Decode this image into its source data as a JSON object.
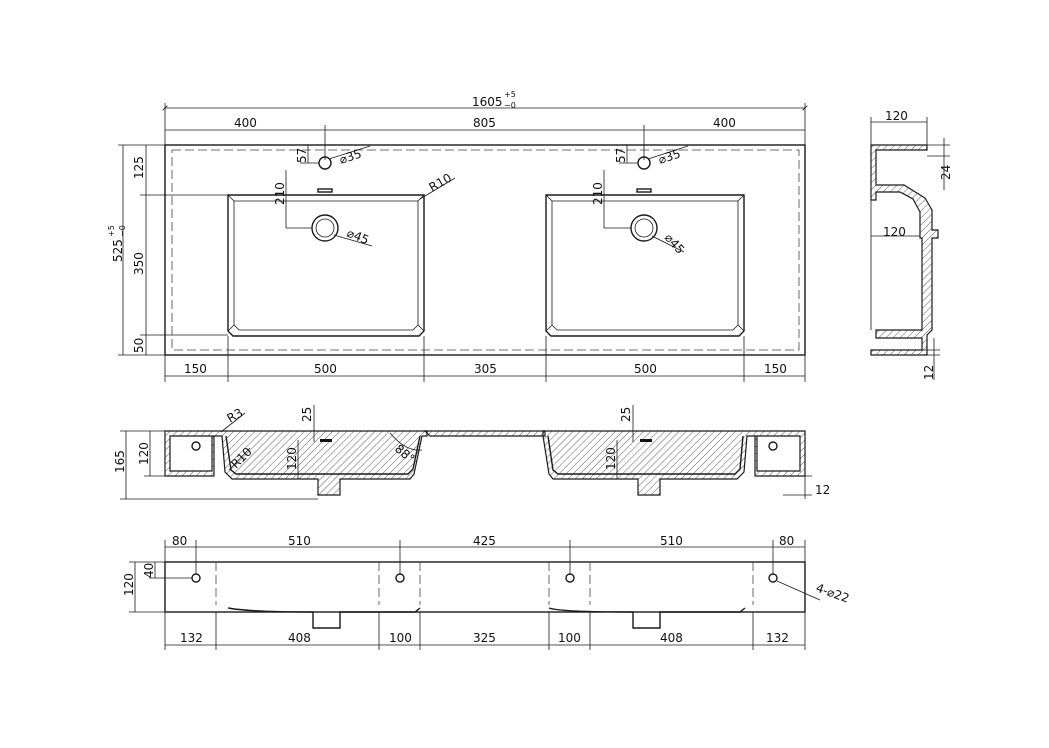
{
  "top_view": {
    "overall_width": "1605",
    "tol_plus": "+5",
    "tol_minus": "−0",
    "seg_left": "400",
    "seg_mid": "805",
    "seg_right": "400",
    "overall_depth": "525",
    "depth_tol_plus": "+5",
    "depth_tol_minus": "−0",
    "v_125": "125",
    "v_350": "350",
    "v_50": "50",
    "faucet_offset": "57",
    "faucet_dia": "⌀35",
    "drain_offset": "210",
    "drain_dia": "⌀45",
    "corner_radius": "R10",
    "b_150_left": "150",
    "b_500_left": "500",
    "b_305": "305",
    "b_500_right": "500",
    "b_150_right": "150"
  },
  "side_view": {
    "top_width": "120",
    "mid_width": "120",
    "v_24": "24",
    "v_12": "12"
  },
  "front_section": {
    "h_165": "165",
    "h_120_left": "120",
    "r3": "R3",
    "r10": "R10",
    "d25_left": "25",
    "h120_inner_left": "120",
    "angle": "88°",
    "d25_right": "25",
    "h120_inner_right": "120",
    "bottom_12": "12"
  },
  "back_view": {
    "t_80_left": "80",
    "t_510_left": "510",
    "t_425": "425",
    "t_510_right": "510",
    "t_80_right": "80",
    "h_120": "120",
    "h_40": "40",
    "holes": "4-⌀22",
    "b_132_left": "132",
    "b_408_left": "408",
    "b_100_left": "100",
    "b_325": "325",
    "b_100_right": "100",
    "b_408_right": "408",
    "b_132_right": "132"
  }
}
